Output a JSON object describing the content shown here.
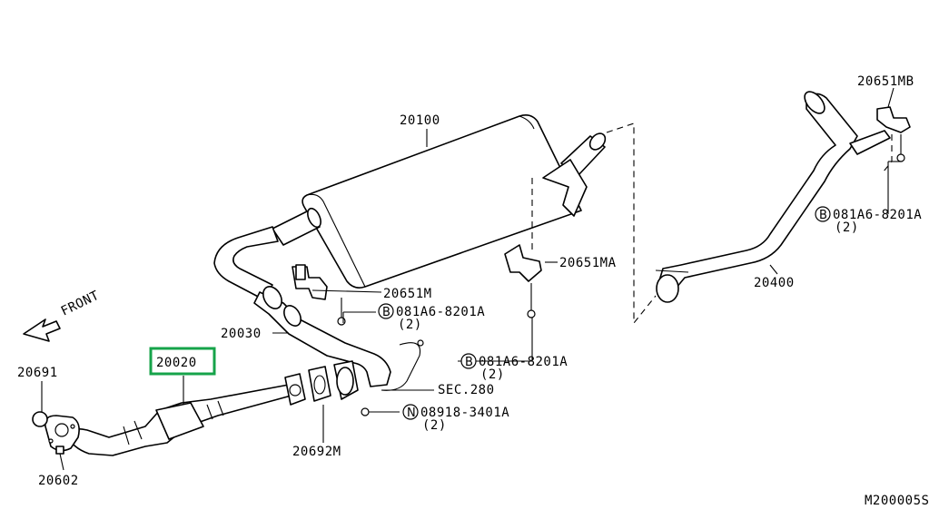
{
  "diagram": {
    "direction_label": "FRONT",
    "drawing_code": "M200005S",
    "highlight_color": "#16a34a",
    "parts": {
      "muffler": "20100",
      "tail_tube": "20400",
      "mounting_rear_right": "20651MB",
      "mounting_rear_left": "20651MA",
      "mounting_center": "20651M",
      "center_tube": "20030",
      "front_tube": "20020",
      "gasket_front": "20691",
      "stud": "20602",
      "gasket_center": "20692M",
      "section_ref": "SEC.280"
    },
    "fasteners": [
      {
        "symbol": "B",
        "code": "081A6-8201A",
        "qty": "(2)"
      },
      {
        "symbol": "B",
        "code": "081A6-8201A",
        "qty": "(2)"
      },
      {
        "symbol": "B",
        "code": "081A6-8201A",
        "qty": "(2)"
      },
      {
        "symbol": "N",
        "code": "08918-3401A",
        "qty": "(2)"
      }
    ]
  }
}
